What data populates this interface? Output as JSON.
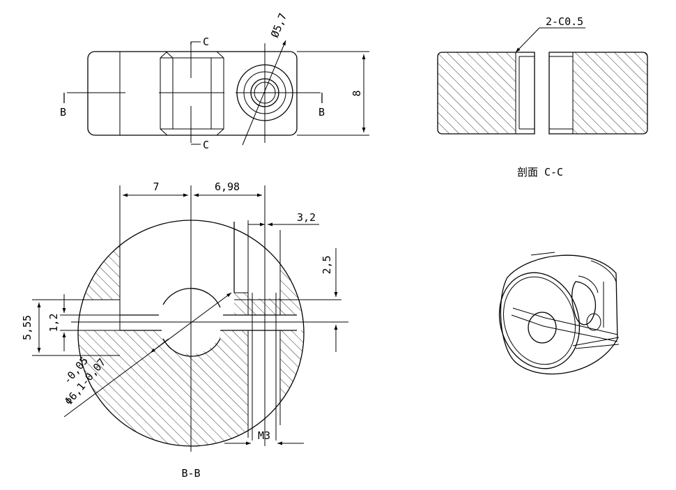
{
  "top_view": {
    "section_mark_b": "B",
    "section_mark_c": "C",
    "dim_diameter": "Ø5,7",
    "dim_height": "8"
  },
  "section_cc": {
    "chamfer_label": "2-C0.5",
    "caption": "剖面 C-C"
  },
  "section_bb": {
    "dim_left": "7",
    "dim_right": "6,98",
    "dim_slot_width": "3,2",
    "dim_slot_depth": "2,5",
    "dim_total_height": "5,55",
    "dim_gap": "1,2",
    "dim_tol_upper": "-0,05",
    "dim_bore": "Φ6,1-0,07",
    "dim_thread": "M3",
    "caption": "B-B"
  }
}
